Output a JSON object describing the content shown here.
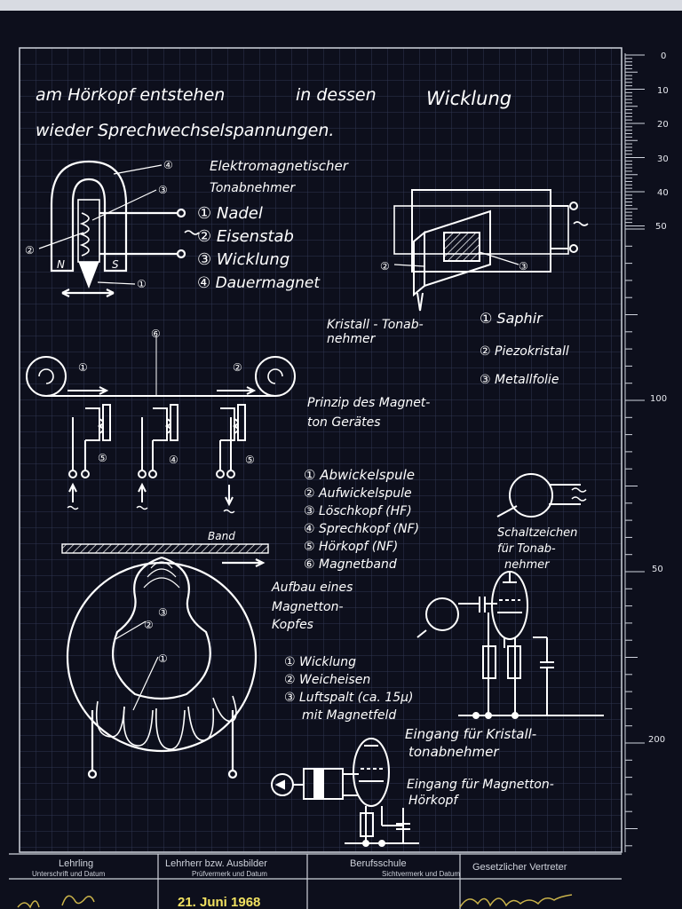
{
  "colors": {
    "background": "#0d0f1c",
    "grid": "#2a3046",
    "ink": "#ffffff",
    "date_stamp": "#f0e060",
    "signature": "#c9b24a"
  },
  "heading": {
    "line1_a": "am Hörkopf entstehen",
    "line1_b": "in dessen",
    "line1_c": "Wicklung",
    "line2": "wieder Sprechwechselspannungen."
  },
  "pickup_em": {
    "title1": "Elektromagnetischer",
    "title2": "Tonabnehmer",
    "items": [
      "① Nadel",
      "② Eisenstab",
      "③ Wicklung",
      "④ Dauermagnet"
    ],
    "pole_n": "N",
    "pole_s": "S",
    "callouts": [
      "④",
      "③",
      "②",
      "①"
    ]
  },
  "pickup_crystal": {
    "title1": "Kristall - Tonab-",
    "title2": "nehmer",
    "items": [
      "① Saphir",
      "② Piezokristall",
      "③ Metallfolie"
    ],
    "callouts": [
      "②",
      "③"
    ]
  },
  "tape_recorder": {
    "title1": "Prinzip des Magnet-",
    "title2": "ton Gerätes",
    "items": [
      "① Abwickelspule",
      "② Aufwickelspule",
      "③ Löschkopf (HF)",
      "④ Sprechkopf (NF)",
      "⑤ Hörkopf (NF)",
      "⑥ Magnetband"
    ],
    "callouts": [
      "①",
      "②",
      "⑥",
      "⑤",
      "④",
      "⑤"
    ]
  },
  "symbol": {
    "title1": "Schaltzeichen",
    "title2": "für Tonab-",
    "title3": "nehmer"
  },
  "head": {
    "band_label": "Band",
    "title1": "Aufbau eines",
    "title2": "Magnetton-",
    "title3": "Kopfes",
    "items": [
      "① Wicklung",
      "② Weicheisen",
      "③ Luftspalt (ca. 15μ)",
      "mit Magnetfeld"
    ],
    "callouts": [
      "③",
      "②",
      "①"
    ]
  },
  "circuits": {
    "input_crystal1": "Eingang für Kristall-",
    "input_crystal2": "tonabnehmer",
    "input_magnet1": "Eingang für Magnetton-",
    "input_magnet2": "Hörkopf"
  },
  "ruler": {
    "labels": [
      "0",
      "10",
      "20",
      "30",
      "40",
      "50",
      "100",
      "50",
      "200"
    ]
  },
  "footer": {
    "col1_title": "Lehrling",
    "col1_sub": "Unterschrift und Datum",
    "col2_title": "Lehrherr bzw. Ausbilder",
    "col2_sub": "Prüfvermerk und Datum",
    "col3_title": "Berufsschule",
    "col3_sub": "Sichtvermerk und Datum",
    "col4_title": "Gesetzlicher Vertreter",
    "date_stamp": "21. Juni 1968"
  }
}
